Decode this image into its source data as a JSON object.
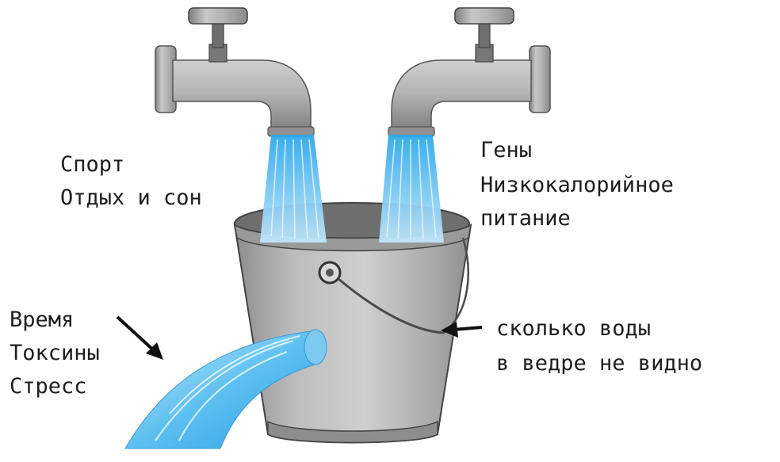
{
  "labels": {
    "inputs_left": [
      "Спорт",
      "Отдых и сон"
    ],
    "inputs_right": [
      "Гены",
      "Низкокалорийное",
      "питание"
    ],
    "outputs": [
      "Время",
      "Токсины",
      "Стресс"
    ],
    "note": [
      "сколько воды",
      "в ведре не видно"
    ]
  },
  "icons": {
    "left_tap": "water-tap-icon",
    "right_tap": "water-tap-icon",
    "bucket": "bucket-icon",
    "leak": "water-leak-icon"
  },
  "colors": {
    "water": "#4fb8ee",
    "metal": "#a9a9a9",
    "arrow": "#111111"
  }
}
